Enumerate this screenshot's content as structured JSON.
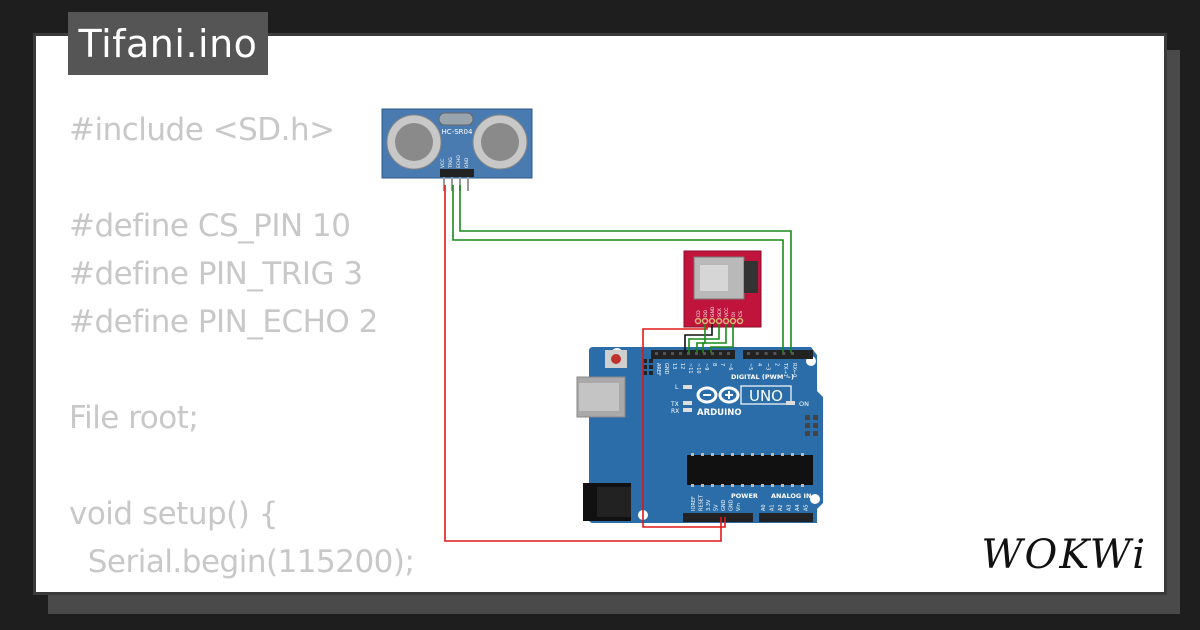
{
  "file_title": "Tifani.ino",
  "code_lines": [
    "#include <SD.h>",
    "",
    "#define CS_PIN 10",
    "#define PIN_TRIG 3",
    "#define PIN_ECHO 2",
    "",
    "File root;",
    "",
    "void setup() {",
    "  Serial.begin(115200);"
  ],
  "components": {
    "ultrasonic": {
      "label": "HC-SR04",
      "pins": [
        "VCC",
        "TRIG",
        "ECHO",
        "GND"
      ]
    },
    "sd_module": {
      "pins": [
        "CD",
        "DO",
        "GND",
        "SCK",
        "VCC",
        "DI",
        "CS"
      ]
    },
    "arduino": {
      "brand": "ARDUINO",
      "model": "UNO",
      "digital_label": "DIGITAL (PWM ~)",
      "power_label": "POWER",
      "analog_label": "ANALOG IN",
      "on_label": "ON",
      "led_labels": [
        "L",
        "TX",
        "RX"
      ],
      "top_header": [
        "AREF",
        "GND",
        "13",
        "12",
        "~11",
        "~10",
        "~9",
        "8",
        "7",
        "~6",
        "~5",
        "4",
        "~3",
        "2",
        "TX→1",
        "RX←0"
      ],
      "power_pins": [
        "IOREF",
        "RESET",
        "3.3V",
        "5V",
        "GND",
        "GND",
        "Vin"
      ],
      "analog_pins": [
        "A0",
        "A1",
        "A2",
        "A3",
        "A4",
        "A5"
      ]
    }
  },
  "colors": {
    "wire_green": "#1a8a1a",
    "wire_red": "#e01818",
    "wire_black": "#111111",
    "board_blue": "#2a6da8",
    "sd_red": "#c0143c",
    "sensor_blue": "#4a7bb0"
  },
  "logo_text": "WOKWi"
}
